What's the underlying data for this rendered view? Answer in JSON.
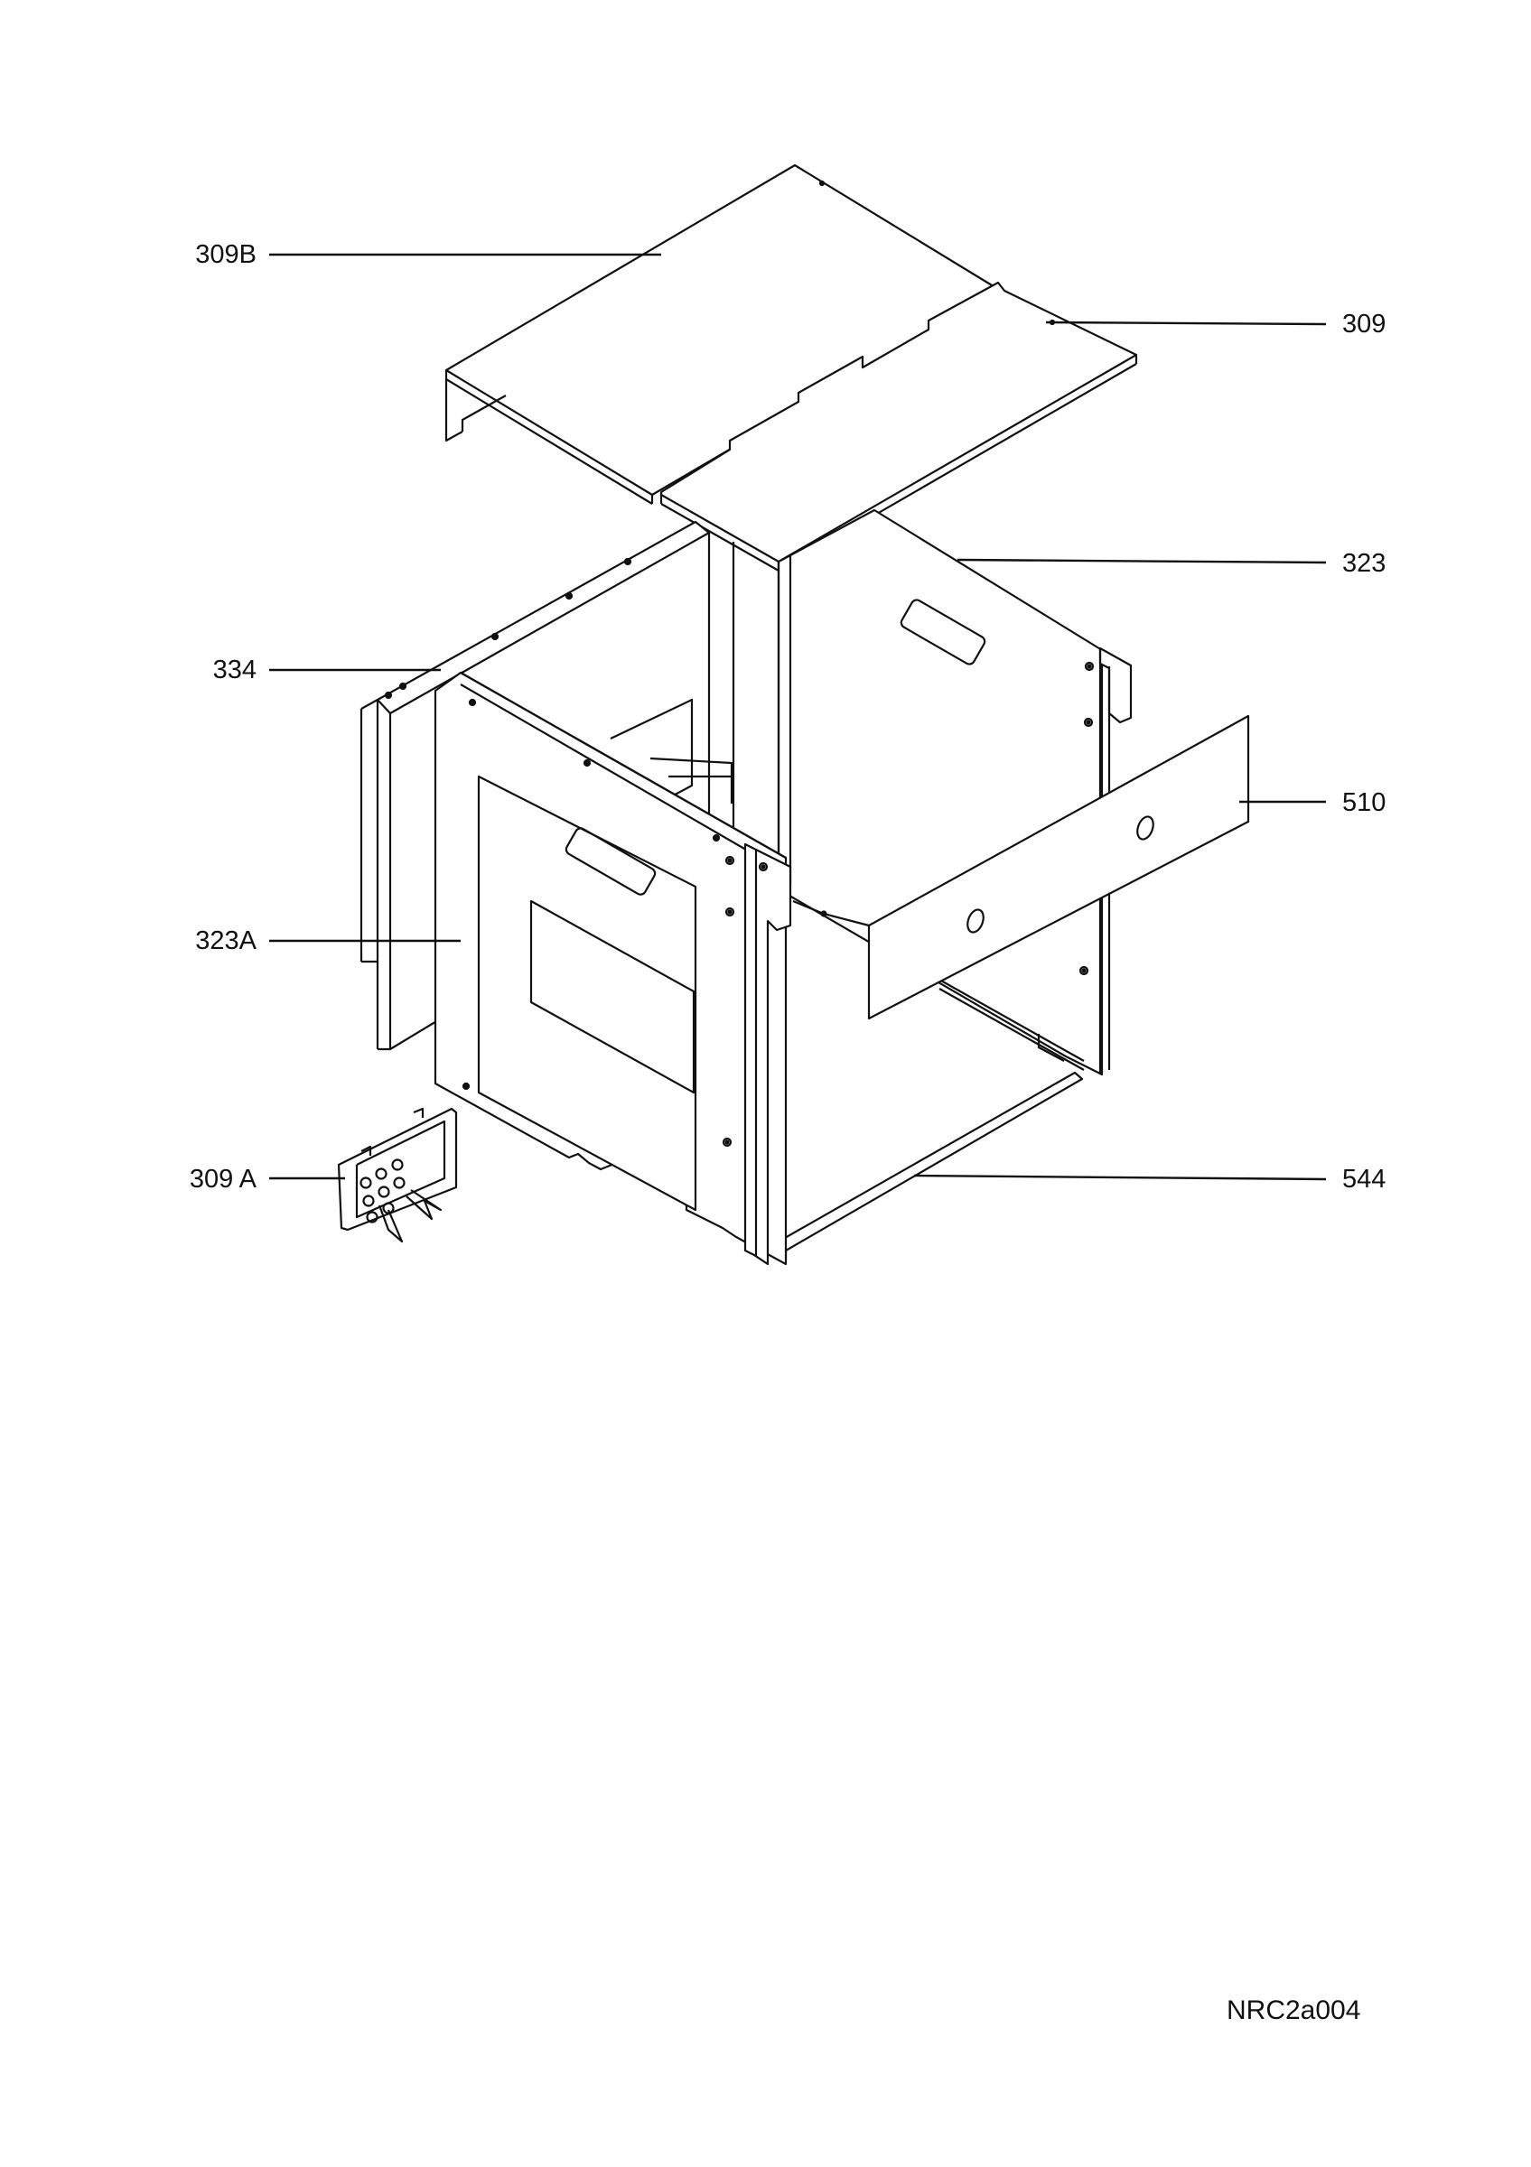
{
  "labels": {
    "top_panel_left": "309B",
    "top_panel_right": "309",
    "side_panel_right": "323",
    "rear_frame": "334",
    "front_strip": "510",
    "side_panel_left": "323A",
    "bracket": "309 A",
    "bottom_rail": "544"
  },
  "drawing_code": "NRC2a004"
}
